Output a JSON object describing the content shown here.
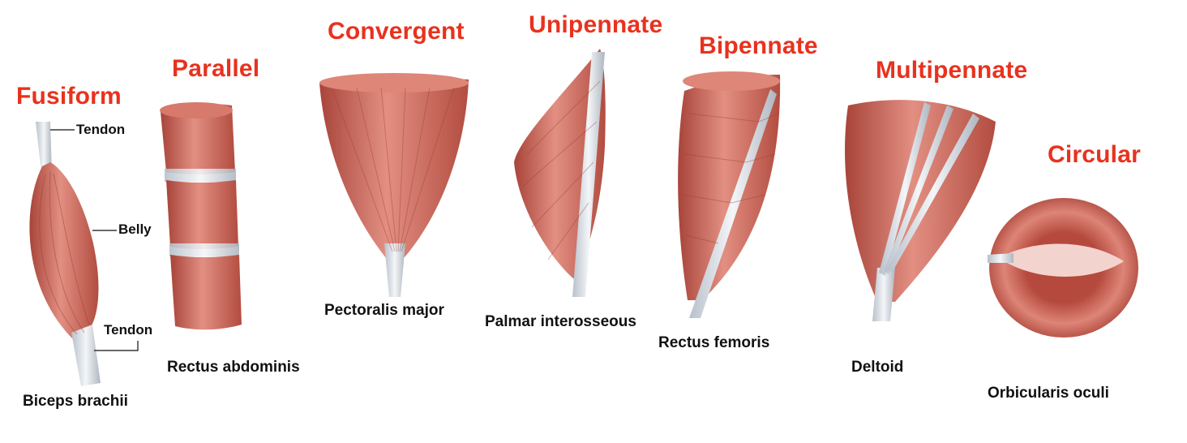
{
  "types": {
    "fusiform": "Fusiform",
    "parallel": "Parallel",
    "convergent": "Convergent",
    "unipennate": "Unipennate",
    "bipennate": "Bipennate",
    "multipennate": "Multipennate",
    "circular": "Circular"
  },
  "examples": {
    "fusiform": "Biceps brachii",
    "parallel": "Rectus abdominis",
    "convergent": "Pectoralis major",
    "unipennate": "Palmar interosseous",
    "bipennate": "Rectus femoris",
    "multipennate": "Deltoid",
    "circular": "Orbicularis oculi"
  },
  "parts": {
    "tendon_top": "Tendon",
    "belly": "Belly",
    "tendon_bottom": "Tendon"
  },
  "colors": {
    "type_label": "#e8321e",
    "muscle": "#cf6152",
    "muscle_dark": "#a8443a",
    "muscle_light": "#e7978a",
    "tendon": "#dfe4ea"
  }
}
